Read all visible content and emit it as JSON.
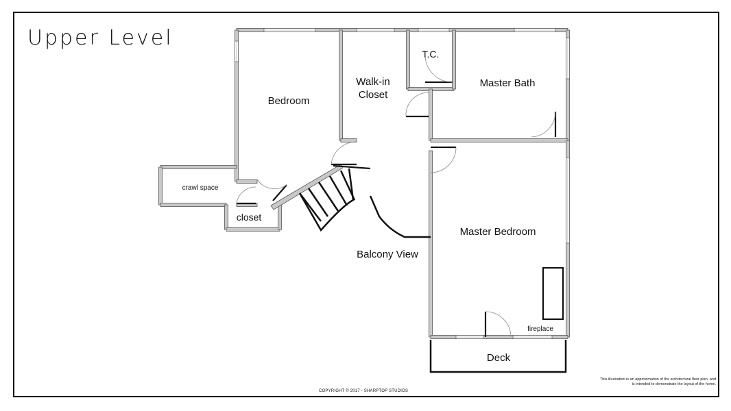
{
  "title": "Upper Level",
  "rooms": {
    "bedroom": "Bedroom",
    "walk_in_closet": "Walk-in\nCloset",
    "tc": "T.C.",
    "master_bath": "Master Bath",
    "crawl_space": "crawl space",
    "closet": "closet",
    "balcony_view": "Balcony View",
    "master_bedroom": "Master Bedroom",
    "fireplace": "fireplace",
    "deck": "Deck"
  },
  "footer": {
    "copyright": "COPYRIGHT © 2017 - SHARPTOP STUDIOS",
    "disclaimer": "This illustration is an approximation of the architectural floor plan, and is intended to demonstrate the layout of the home."
  },
  "colors": {
    "wall_fill": "#c8c8c8",
    "wall_stroke": "#555555",
    "line": "#111111"
  }
}
